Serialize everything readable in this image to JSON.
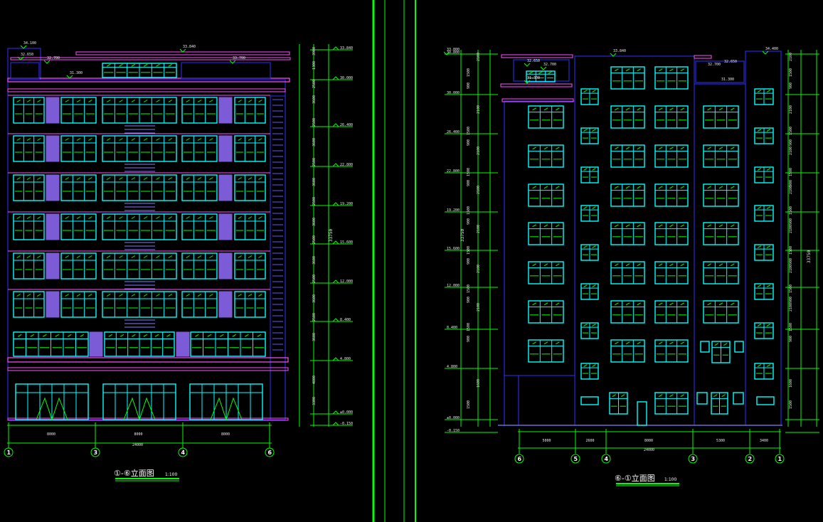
{
  "left_drawing": {
    "title": "①-⑥立面图",
    "scale": "1:100",
    "top_labels": [
      "34.100",
      "33.840",
      "32.650",
      "32.700",
      "31.300",
      "33.700"
    ],
    "axes": [
      "1",
      "3",
      "4",
      "6"
    ],
    "bays": [
      "8000",
      "8000",
      "8000"
    ],
    "total": "24000",
    "level_marks": [
      "33.840",
      "30.000",
      "26.400",
      "22.800",
      "19.200",
      "15.600",
      "12.000",
      "8.400",
      "4.800",
      "±0.000",
      "-0.150"
    ],
    "height_dims": [
      "3900",
      "1300",
      "2500",
      "3600",
      "2500",
      "3600",
      "2500",
      "3600",
      "2500",
      "3600",
      "2500",
      "3600",
      "2500",
      "3600",
      "2500",
      "3600",
      "4800",
      "3300"
    ],
    "total_height": "33750"
  },
  "right_drawing": {
    "title": "⑥-①立面图",
    "scale": "1:100",
    "top_labels": [
      "34.400",
      "33.840",
      "32.650",
      "32.700",
      "31.300",
      "33.800"
    ],
    "axes": [
      "6",
      "5",
      "4",
      "3",
      "2",
      "1"
    ],
    "bays": [
      "5000",
      "2600",
      "8000",
      "5300",
      "3400"
    ],
    "total": "24000",
    "level_marks": [
      "33.800",
      "30.000",
      "26.400",
      "22.800",
      "19.200",
      "15.600",
      "12.000",
      "8.400",
      "4.800",
      "±0.000",
      "-0.150"
    ],
    "height_dims": [
      "2100",
      "1500",
      "900",
      "2100",
      "1500",
      "900",
      "2100",
      "1500",
      "900",
      "2100",
      "1500",
      "900",
      "2100",
      "1500",
      "900",
      "2100",
      "1500",
      "900",
      "2100",
      "1500",
      "900",
      "1600",
      "1500"
    ],
    "total_height": "33750"
  },
  "colors": {
    "background": "#000000",
    "outline": "#3030ff",
    "window": "#00ffff",
    "mullion": "#00ff00",
    "band": "#ff50ff",
    "panel": "#7b5cd6",
    "dimension": "#00ff00",
    "text": "#e8e8e8"
  }
}
